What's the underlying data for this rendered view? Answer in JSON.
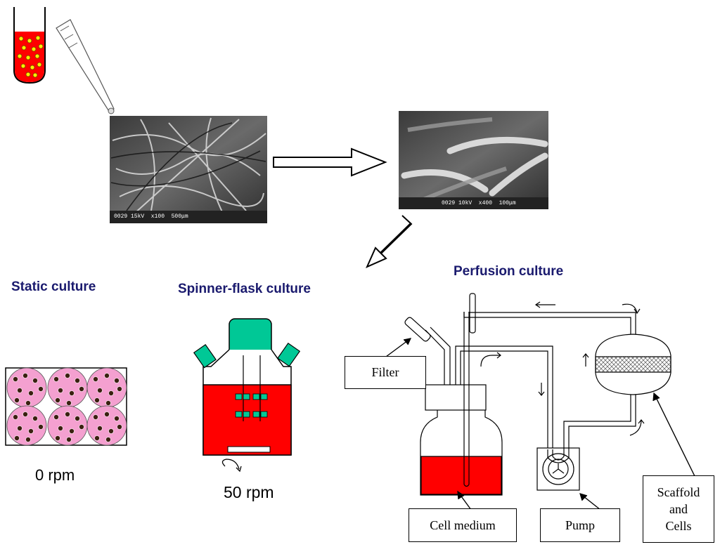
{
  "titles": {
    "static": "Static culture",
    "spinner": "Spinner-flask culture",
    "perfusion": "Perfusion culture"
  },
  "speeds": {
    "static": "0 rpm",
    "spinner": "50 rpm"
  },
  "labels": {
    "filter": "Filter",
    "cell_medium": "Cell medium",
    "pump": "Pump",
    "scaffold_line1": "Scaffold",
    "scaffold_line2": "and",
    "scaffold_line3": "Cells"
  },
  "micrographs": {
    "left_scale": "0029 15kV  x100  500μm",
    "right_scale": "0029 10kV  x400  100μm"
  },
  "colors": {
    "medium_red": "#ff0000",
    "cap_green": "#00c896",
    "cell_pink": "#f4a0d0",
    "title_navy": "#1a1a6e"
  }
}
